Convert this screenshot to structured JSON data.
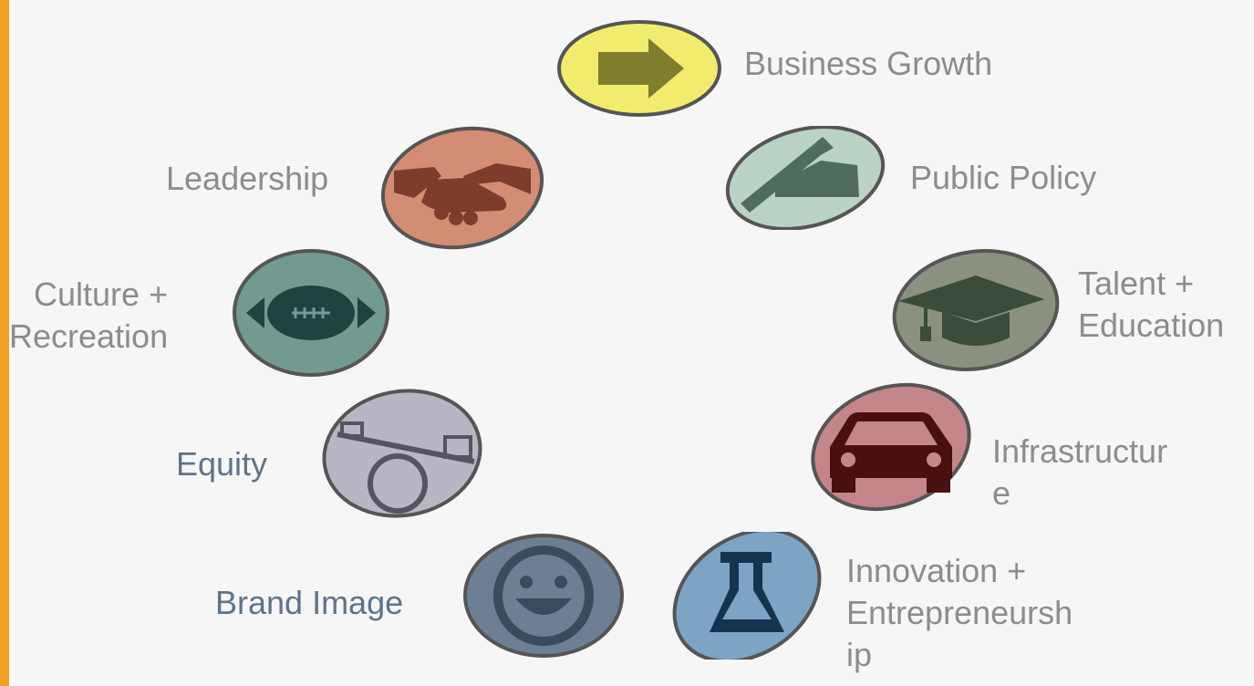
{
  "nodes": [
    {
      "id": "business-growth",
      "label": "Business Growth",
      "icon": "arrow-right-icon",
      "fill": "#f2ec6e",
      "icon_color": "#7f7e2e"
    },
    {
      "id": "public-policy",
      "label": "Public Policy",
      "icon": "pen-writing-icon",
      "fill": "#bad3c4",
      "icon_color": "#506c5c"
    },
    {
      "id": "talent-education",
      "label": "Talent +\nEducation",
      "icon": "graduation-cap-icon",
      "fill": "#8a9180",
      "icon_color": "#3b4b3c"
    },
    {
      "id": "infrastructure",
      "label": "Infrastructur\ne",
      "icon": "car-icon",
      "fill": "#c4868a",
      "icon_color": "#4a1010"
    },
    {
      "id": "innovation-entrepreneurship",
      "label": "Innovation +\nEntrepreneursh\nip",
      "icon": "flask-icon",
      "fill": "#7da3c5",
      "icon_color": "#14344f"
    },
    {
      "id": "brand-image",
      "label": "Brand Image",
      "icon": "smiley-face-icon",
      "fill": "#6d7f92",
      "icon_color": "#3b4b5c",
      "label_color": "#5f7388"
    },
    {
      "id": "equity",
      "label": "Equity",
      "icon": "seesaw-icon",
      "fill": "#b9b5c5",
      "icon_color": "#55555f",
      "label_color": "#5f7388"
    },
    {
      "id": "culture-recreation",
      "label": "Culture +\nRecreation",
      "icon": "football-icon",
      "fill": "#739a90",
      "icon_color": "#1e4440"
    },
    {
      "id": "leadership",
      "label": "Leadership",
      "icon": "handshake-icon",
      "fill": "#d48d75",
      "icon_color": "#7e3c2b"
    }
  ]
}
